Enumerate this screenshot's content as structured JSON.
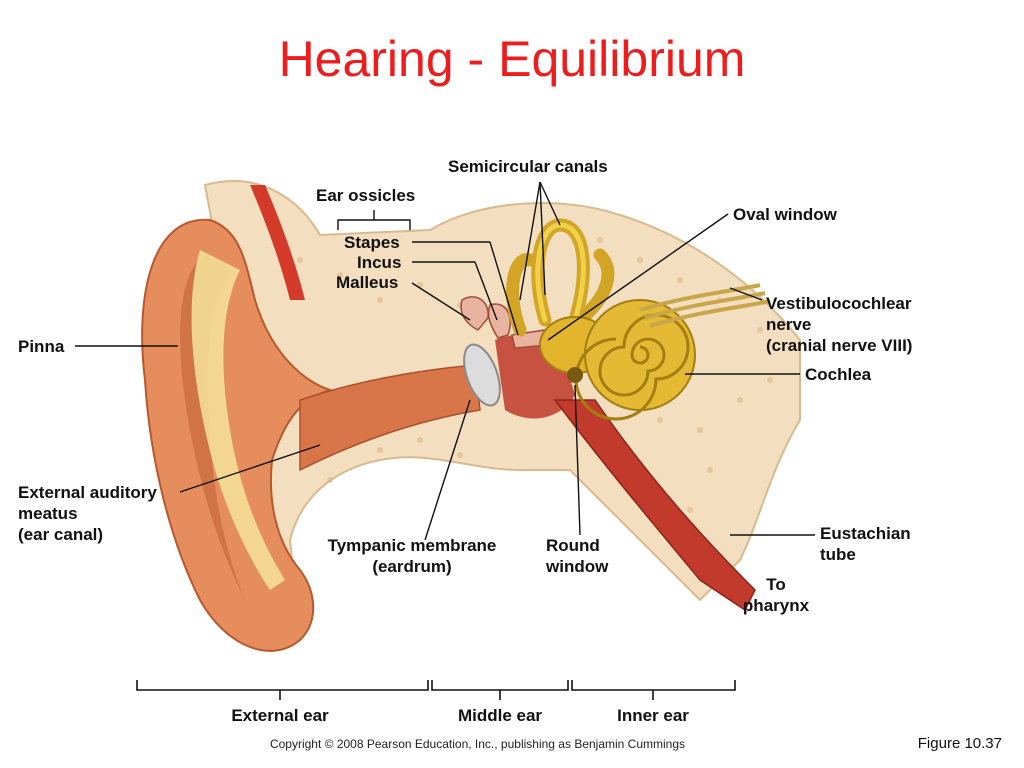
{
  "title": "Hearing - Equilibrium",
  "labels": {
    "semicircular_canals": "Semicircular canals",
    "ear_ossicles": "Ear ossicles",
    "stapes": "Stapes",
    "incus": "Incus",
    "malleus": "Malleus",
    "oval_window": "Oval window",
    "vestibulocochlear_nerve": "Vestibulocochlear\nnerve\n(cranial nerve VIII)",
    "pinna": "Pinna",
    "cochlea": "Cochlea",
    "external_auditory_meatus": "External auditory\nmeatus\n(ear canal)",
    "tympanic_membrane": "Tympanic membrane\n(eardrum)",
    "round_window": "Round\nwindow",
    "eustachian_tube": "Eustachian\ntube",
    "to_pharynx": "To\npharynx"
  },
  "regions": {
    "external_ear": "External ear",
    "middle_ear": "Middle ear",
    "inner_ear": "Inner ear"
  },
  "copyright": "Copyright © 2008 Pearson Education, Inc., publishing as Benjamin Cummings",
  "figure": "Figure 10.37"
}
